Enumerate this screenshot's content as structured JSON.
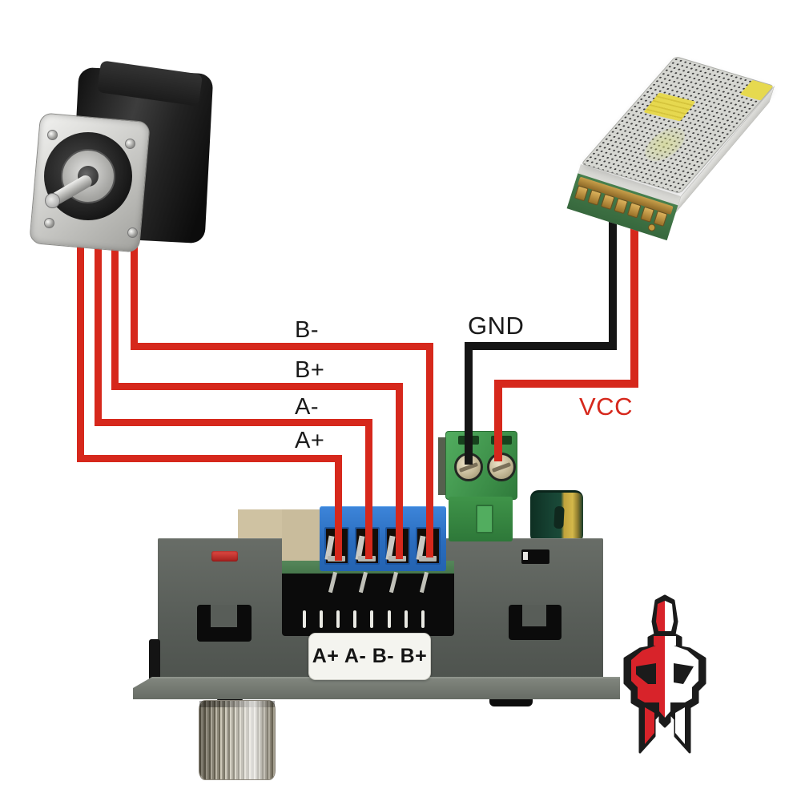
{
  "diagram": {
    "description": "stepper motor to driver board and power supply wiring diagram"
  },
  "labels": {
    "b_minus": "B-",
    "b_plus": "B+",
    "a_minus": "A-",
    "a_plus": "A+",
    "gnd": "GND",
    "vcc": "VCC",
    "terminal_marking": "A+ A- B- B+"
  },
  "components": {
    "motor": "stepper-motor",
    "power_supply": "switching-power-supply",
    "driver": "stepper-driver-board",
    "motor_terminal_block": "blue-screw-terminal-4pin",
    "power_terminal_block": "green-screw-terminal-2pin",
    "capacitor": "electrolytic-capacitor",
    "logo": "spartan-helmet-logo"
  },
  "colors": {
    "wire_red": "#d6281c",
    "wire_black": "#151515",
    "terminal_blue": "#2e74c9",
    "terminal_green": "#3f9a4b",
    "panel_gray": "#5d625d",
    "logo_red": "#d8232a",
    "label_text": "#1a1a1a"
  }
}
